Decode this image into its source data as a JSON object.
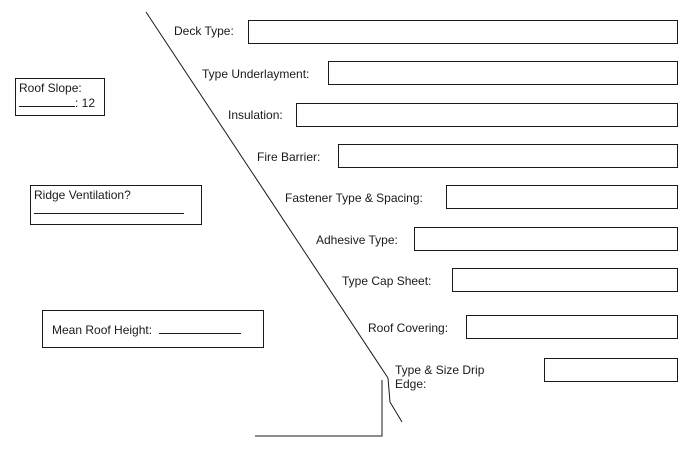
{
  "fields": [
    {
      "label": "Deck Type:",
      "value": ""
    },
    {
      "label": "Type Underlayment:",
      "value": ""
    },
    {
      "label": "Insulation:",
      "value": ""
    },
    {
      "label": "Fire Barrier:",
      "value": ""
    },
    {
      "label": "Fastener Type & Spacing:",
      "value": ""
    },
    {
      "label": "Adhesive Type:",
      "value": ""
    },
    {
      "label": "Type Cap Sheet:",
      "value": ""
    },
    {
      "label": "Roof Covering:",
      "value": ""
    },
    {
      "label_line1": "Type & Size Drip",
      "label_line2": "Edge:",
      "value": ""
    }
  ],
  "side_boxes": {
    "roof_slope": {
      "label": "Roof Slope:",
      "suffix": ": 12"
    },
    "ridge_ventilation": {
      "label": "Ridge Ventilation?"
    },
    "mean_roof_height": {
      "label": "Mean Roof Height:"
    }
  }
}
